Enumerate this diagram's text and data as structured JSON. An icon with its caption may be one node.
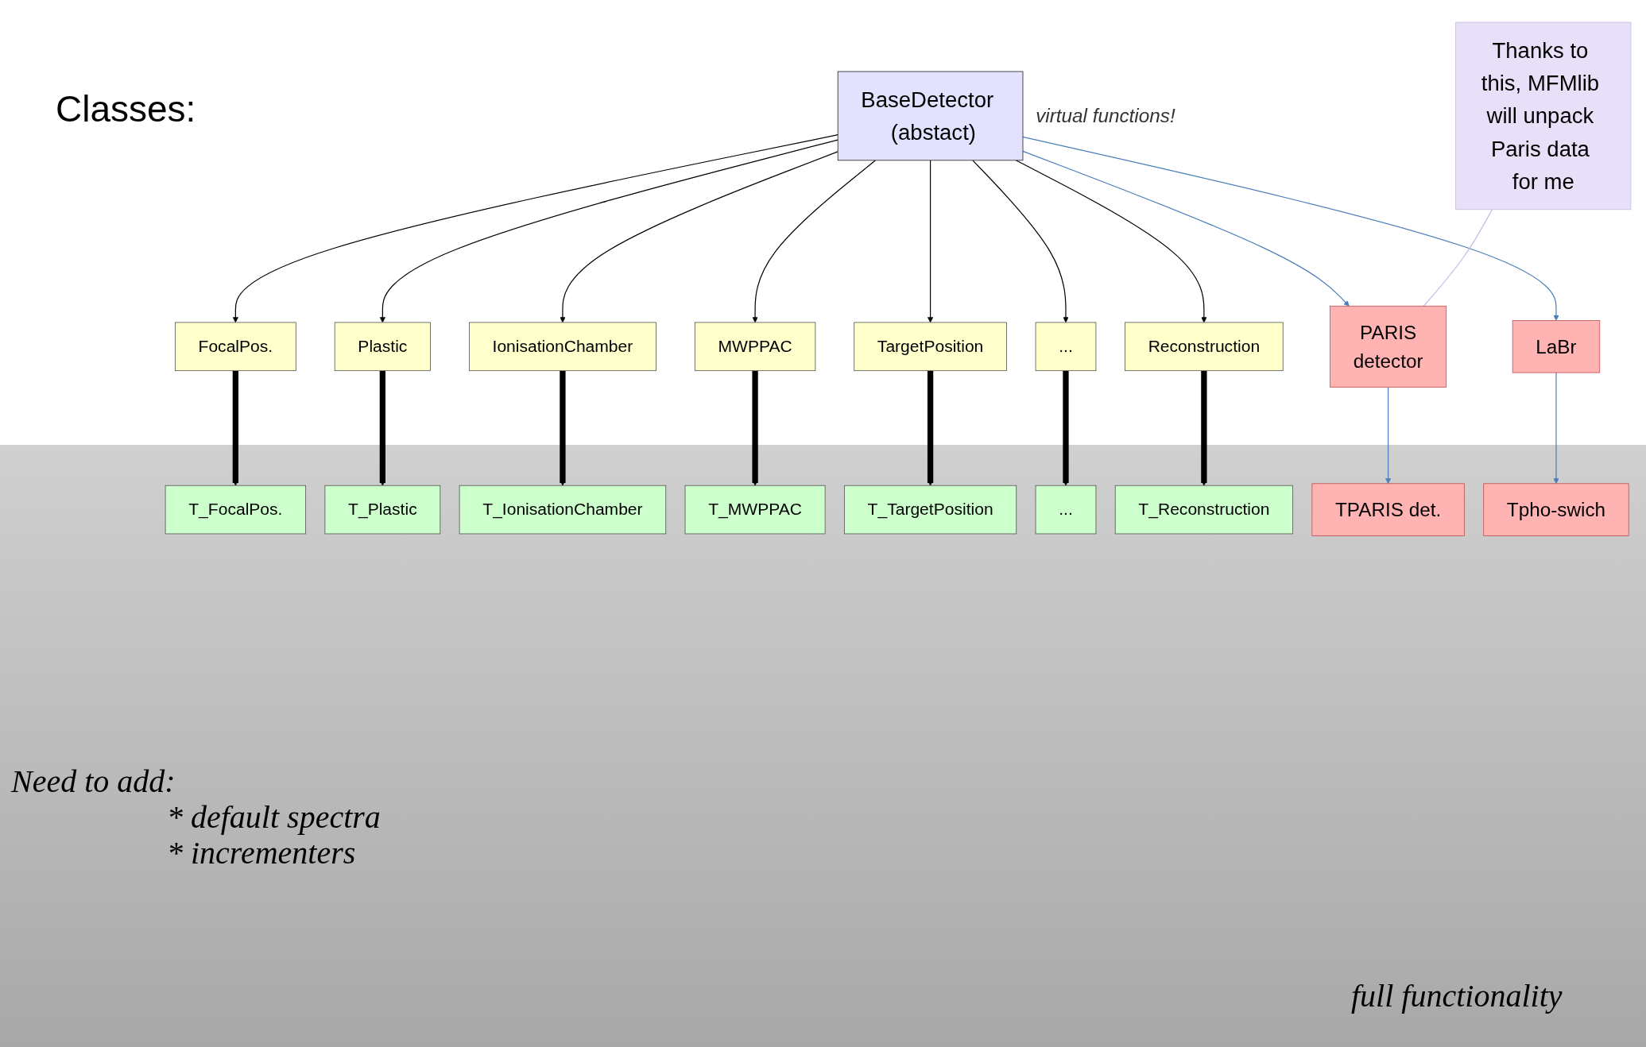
{
  "diagram": {
    "nodes": [
      {
        "text": [
          "BaseDetector  (abstact)"
        ],
        "beside": [
          "virtual functions!"
        ]
      },
      {
        "text": [
          "FocalPos."
        ]
      },
      {
        "text": [
          "Plastic"
        ]
      },
      {
        "text": [
          "IonisationChamber"
        ]
      },
      {
        "text": [
          "MWPPAC"
        ]
      },
      {
        "text": [
          "TargetPosition"
        ]
      },
      {
        "text": [
          "..."
        ]
      },
      {
        "text": [
          "Reconstruction"
        ]
      },
      {
        "text": [
          "PARIS",
          "detector"
        ]
      },
      {
        "text": [
          "LaBr"
        ]
      },
      {
        "text": [
          "T_FocalPos."
        ]
      },
      {
        "text": [
          "T_Plastic"
        ]
      },
      {
        "text": [
          "T_IonisationChamber"
        ]
      },
      {
        "text": [
          "T_MWPPAC"
        ]
      },
      {
        "text": [
          "T_TargetPosition"
        ]
      },
      {
        "text": [
          "..."
        ]
      },
      {
        "text": [
          "T_Reconstruction"
        ]
      },
      {
        "text": [
          "TPARIS det."
        ]
      },
      {
        "text": [
          "Tpho-swich"
        ]
      },
      {
        "text": [
          "Thanks to this, MFMlib will unpack Paris data for me"
        ]
      }
    ],
    "edges": [
      {
        "from": 0,
        "to": 1,
        "arrow": "to"
      },
      {
        "from": 0,
        "to": 2,
        "arrow": "to"
      },
      {
        "from": 0,
        "to": 3,
        "arrow": "to"
      },
      {
        "from": 0,
        "to": 4,
        "arrow": "to"
      },
      {
        "from": 0,
        "to": 5,
        "arrow": "to"
      },
      {
        "from": 0,
        "to": 6,
        "arrow": "to"
      },
      {
        "from": 0,
        "to": 7,
        "arrow": "to"
      },
      {
        "from": 0,
        "to": 8,
        "arrow": "to",
        "color": "#4a7ebb"
      },
      {
        "from": 0,
        "to": 9,
        "arrow": "to",
        "color": "#4a7ebb"
      },
      {
        "from": 1,
        "to": 10,
        "arrow": "to",
        "style": "thick"
      },
      {
        "from": 2,
        "to": 11,
        "arrow": "to",
        "style": "thick"
      },
      {
        "from": 3,
        "to": 12,
        "arrow": "to",
        "style": "thick"
      },
      {
        "from": 4,
        "to": 13,
        "arrow": "to",
        "style": "thick"
      },
      {
        "from": 5,
        "to": 14,
        "arrow": "to",
        "style": "thick"
      },
      {
        "from": 6,
        "to": 15,
        "arrow": "to",
        "style": "thick"
      },
      {
        "from": 7,
        "to": 16,
        "arrow": "to",
        "style": "thick"
      },
      {
        "from": 8,
        "to": 17,
        "arrow": "to",
        "color": "#4a7ebb"
      },
      {
        "from": 9,
        "to": 18,
        "arrow": "to",
        "color": "#4a7ebb"
      },
      {
        "from": 19,
        "to": 8,
        "arrow": "none",
        "color": "#c8b8e8"
      }
    ],
    "labels": [
      "Classes:",
      "Need to add:",
      "* default spectra",
      "* incrementers",
      "full functionality"
    ]
  }
}
